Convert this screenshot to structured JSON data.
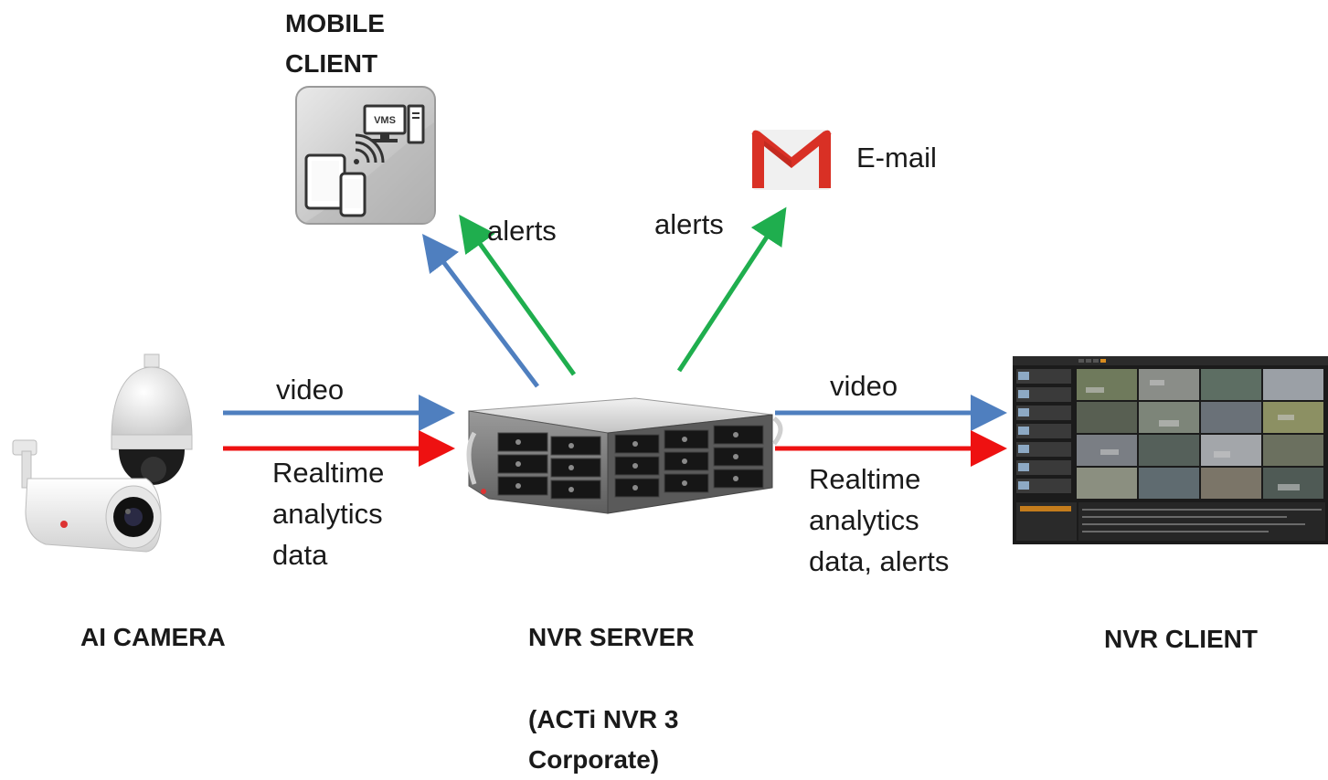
{
  "nodes": {
    "mobile_client": {
      "title": "MOBILE\nCLIENT",
      "screen_label": "VMS"
    },
    "email": {
      "label": "E-mail"
    },
    "ai_camera": {
      "title": "AI CAMERA"
    },
    "nvr_server": {
      "title": "NVR SERVER",
      "subtitle": "(ACTi NVR 3\nCorporate)"
    },
    "nvr_client": {
      "title": "NVR CLIENT"
    }
  },
  "edges": {
    "server_to_mobile_alerts": "alerts",
    "server_to_email_alerts": "alerts",
    "camera_to_server_video": "video",
    "camera_to_server_data": "Realtime\nanalytics\ndata",
    "server_to_client_video": "video",
    "server_to_client_data": "Realtime\nanalytics\ndata, alerts"
  },
  "colors": {
    "video": "#4f7fbf",
    "analytics": "#ee1111",
    "alerts": "#1fae4e",
    "gmail_red": "#d93025"
  }
}
